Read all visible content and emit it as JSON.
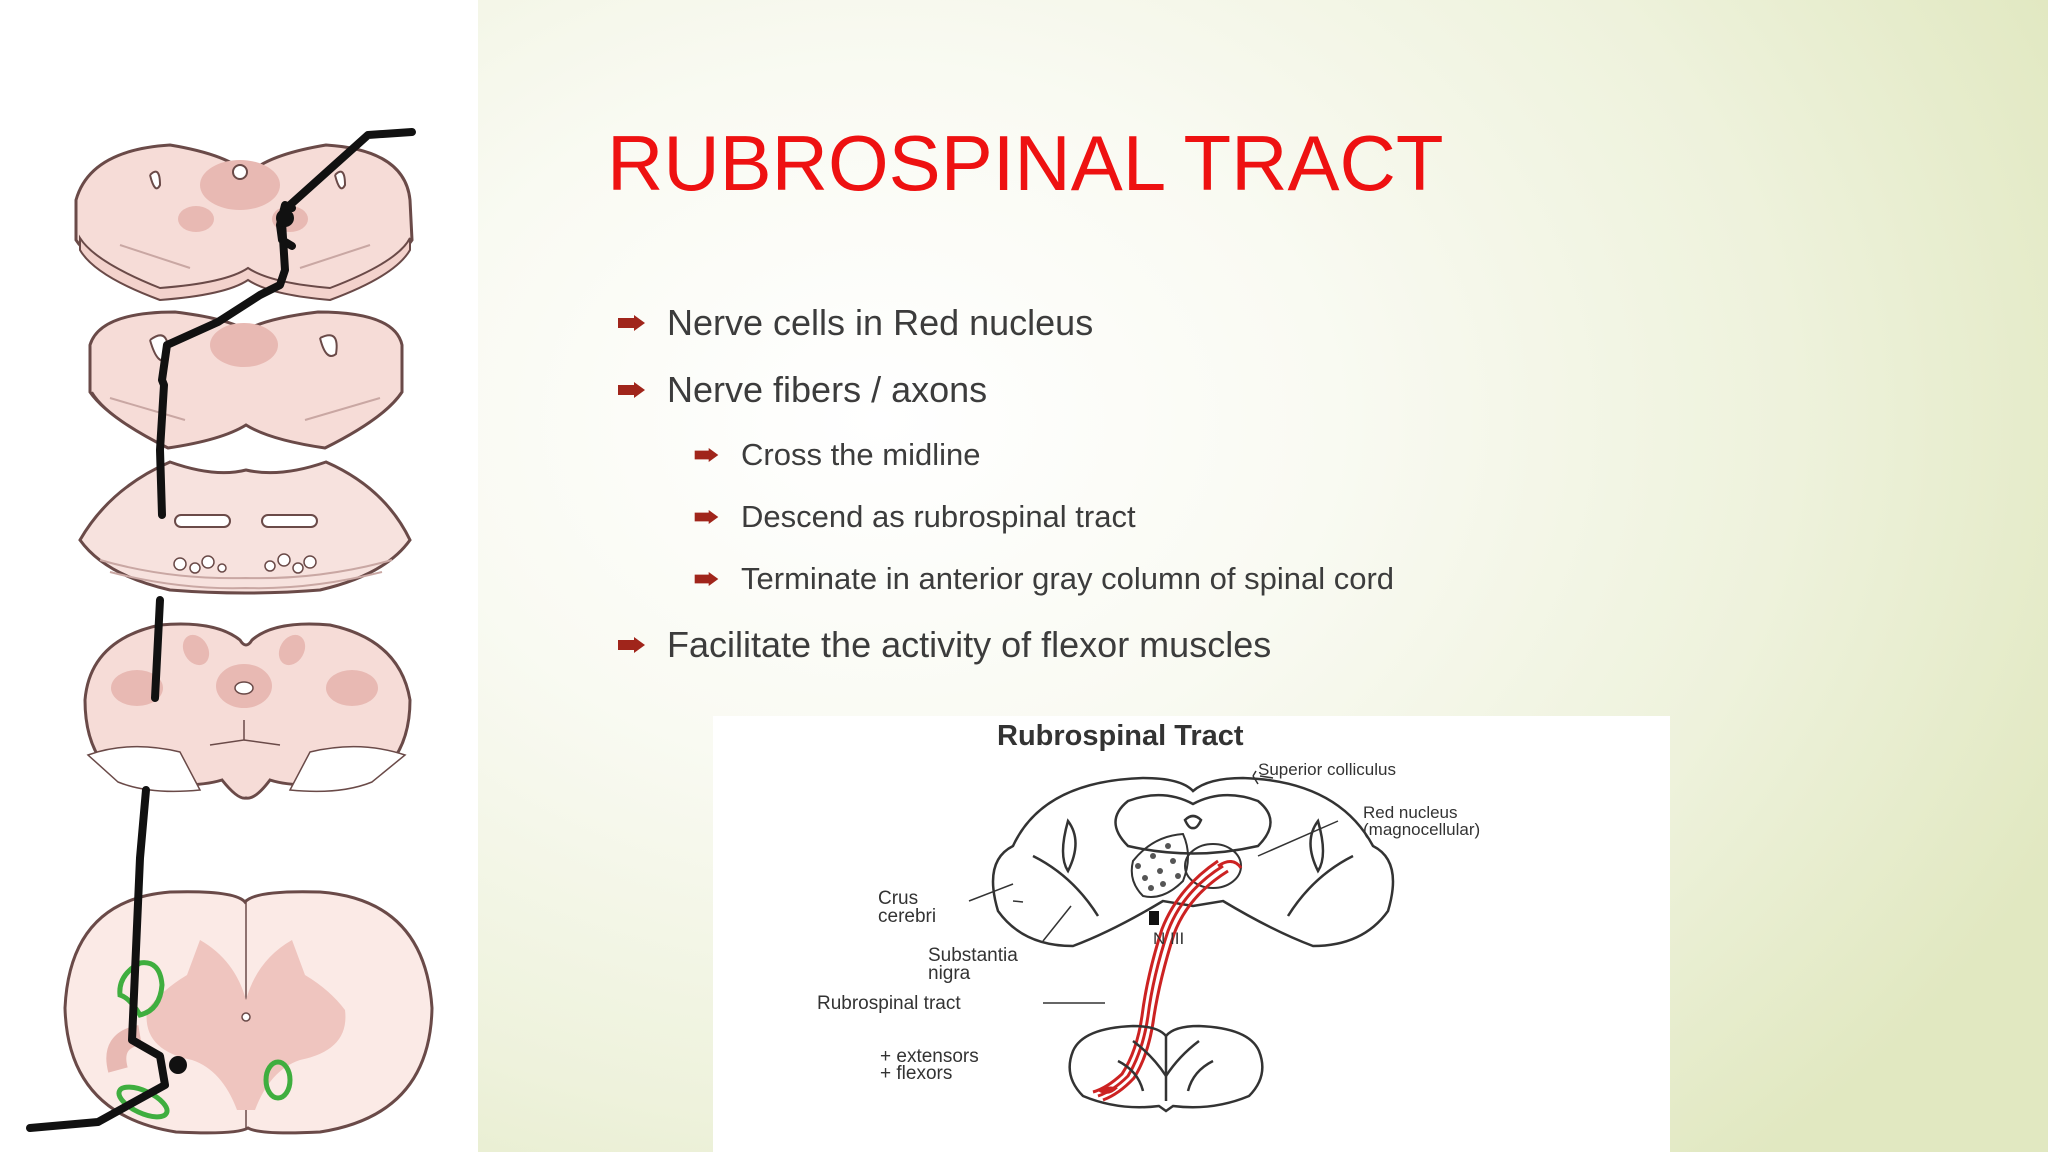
{
  "slide": {
    "title": "RUBROSPINAL TRACT",
    "bullets": [
      {
        "level": 1,
        "text": "Nerve cells in Red nucleus"
      },
      {
        "level": 1,
        "text": "Nerve fibers / axons"
      },
      {
        "level": 2,
        "text": "Cross the midline"
      },
      {
        "level": 2,
        "text": "Descend as rubrospinal tract"
      },
      {
        "level": 2,
        "text": "Terminate in anterior gray column of spinal cord"
      },
      {
        "level": 1,
        "text": "Facilitate the activity of flexor muscles"
      }
    ],
    "colors": {
      "title": "#ee1111",
      "bullet_marker": "#a0251b",
      "text": "#3c3c3c",
      "tissue": "#f4d9d4",
      "grey_matter": "#e8b9b3"
    }
  },
  "diagram": {
    "title": "Rubrospinal Tract",
    "labels": {
      "superior_colliculus": "Superior colliculus",
      "red_nucleus_1": "Red nucleus",
      "red_nucleus_2": "(magnocellular)",
      "crus_1": "Crus",
      "crus_2": "cerebri",
      "substantia_1": "Substantia",
      "substantia_2": "nigra",
      "n_iii": "N III",
      "rubrospinal_tract": "Rubrospinal tract",
      "extensors": "+ extensors",
      "flexors": "+ flexors"
    }
  }
}
